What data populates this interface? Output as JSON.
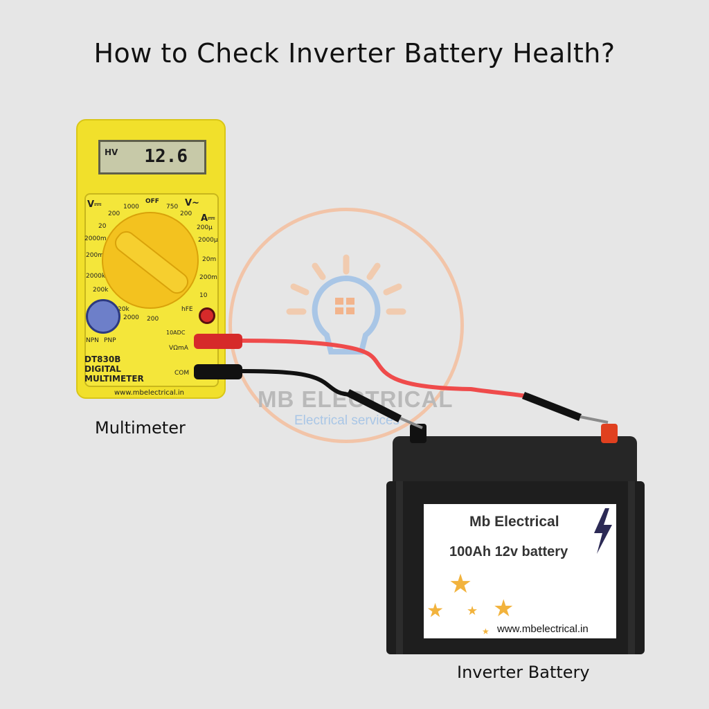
{
  "title": "How to Check Inverter Battery Health?",
  "watermark": {
    "name": "MB ELECTRICAL",
    "tagline": "Electrical services"
  },
  "multimeter": {
    "caption": "Multimeter",
    "display_mode": "HV",
    "display_value": "12.6",
    "model_line1": "DT830B",
    "model_line2": "DIGITAL",
    "model_line3": "MULTIMETER",
    "website": "www.mbelectrical.in",
    "dial_labels": [
      "V⎓",
      "200",
      "1000",
      "OFF",
      "750",
      "V~",
      "200",
      "A⎓",
      "200µ",
      "2000µ",
      "20m",
      "200m",
      "10",
      "hFE",
      "200",
      "2000",
      "20k",
      "200k",
      "2000k",
      "200m",
      "2000m",
      "20"
    ],
    "ports": [
      "10ADC",
      "VΩmA",
      "COM"
    ],
    "socket_labels": [
      "NPN",
      "PNP"
    ]
  },
  "battery": {
    "caption": "Inverter Battery",
    "brand": "Mb Electrical",
    "spec": "100Ah 12v battery",
    "website": "www.mbelectrical.in"
  },
  "colors": {
    "background": "#e6e6e6",
    "multimeter_body": "#f1e02b",
    "red_lead": "#ef4b4b",
    "black_lead": "#111111",
    "battery_body": "#1e1e1e",
    "star": "#f2b33d",
    "bolt": "#2c2a55"
  }
}
